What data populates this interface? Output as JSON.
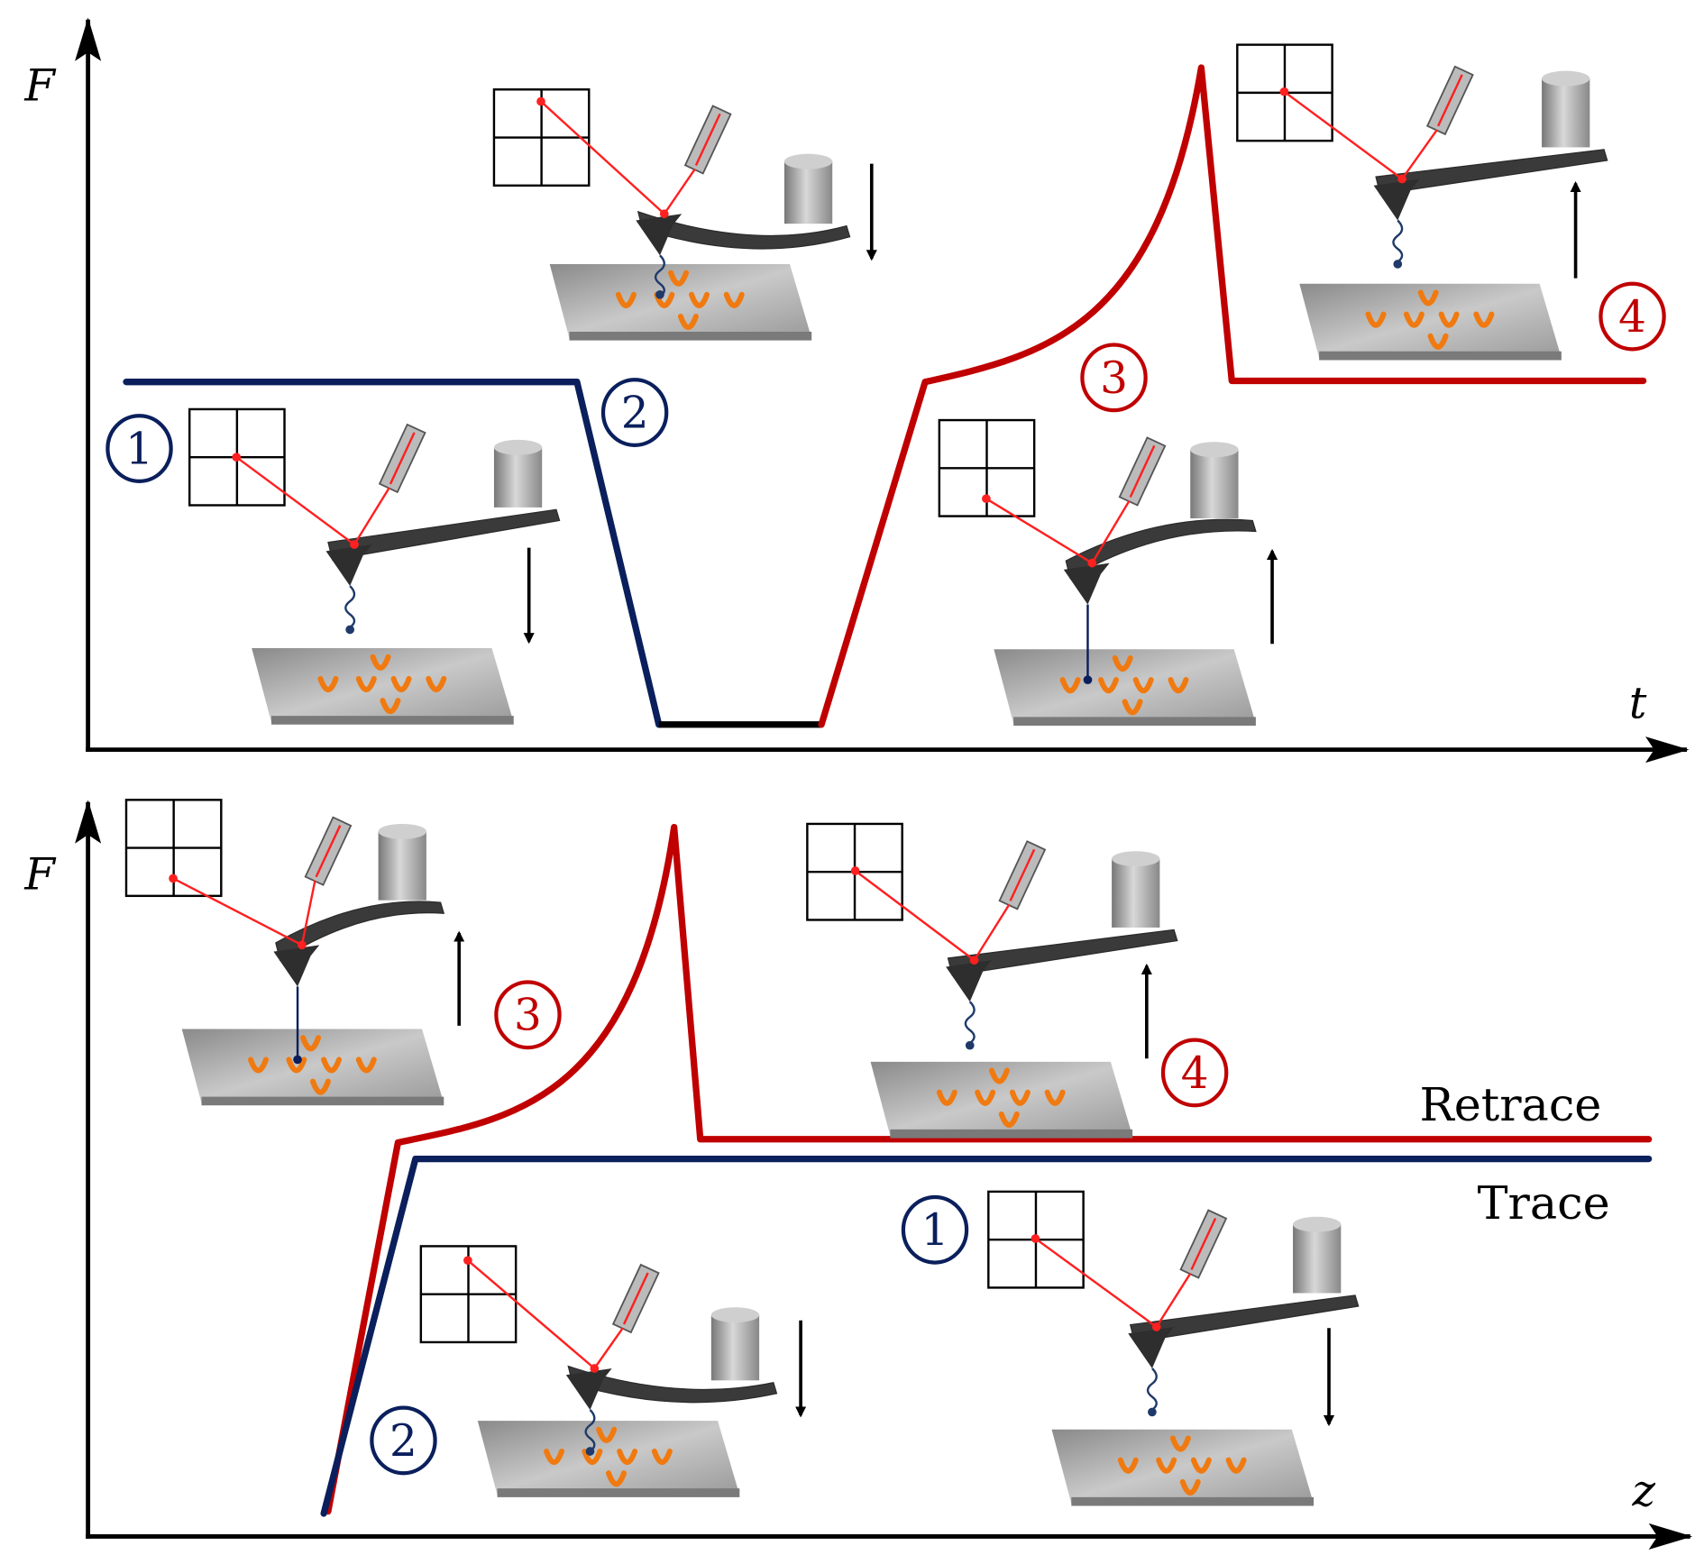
{
  "top_plot": {
    "y_axis_label": "F",
    "x_axis_label": "t",
    "markers": [
      {
        "label": "1",
        "color": "#0a1f5c"
      },
      {
        "label": "2",
        "color": "#0a1f5c"
      },
      {
        "label": "3",
        "color": "#c00000"
      },
      {
        "label": "4",
        "color": "#c00000"
      }
    ]
  },
  "bottom_plot": {
    "y_axis_label": "F",
    "x_axis_label": "z",
    "retrace_label": "Retrace",
    "trace_label": "Trace",
    "markers": [
      {
        "label": "1",
        "color": "#0a1f5c"
      },
      {
        "label": "2",
        "color": "#0a1f5c"
      },
      {
        "label": "3",
        "color": "#c00000"
      },
      {
        "label": "4",
        "color": "#c00000"
      }
    ]
  },
  "colors": {
    "trace": "#0a1f5c",
    "retrace": "#c00000",
    "contact": "#000000",
    "molecule": "#f07a10",
    "laser": "#ff2020"
  }
}
